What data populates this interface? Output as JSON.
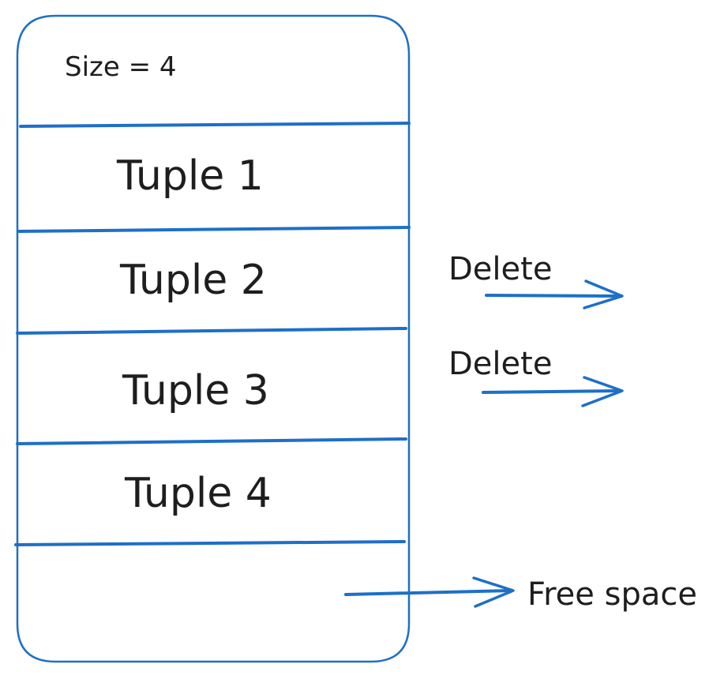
{
  "page": {
    "header": {
      "size_label": "Size = 4"
    },
    "tuples": [
      "Tuple 1",
      "Tuple 2",
      "Tuple 3",
      "Tuple 4"
    ],
    "annotations": {
      "delete_1": "Delete",
      "delete_2": "Delete",
      "free_space": "Free space"
    },
    "colors": {
      "stroke": "#1e6fc8",
      "text": "#1e1e1e"
    }
  }
}
